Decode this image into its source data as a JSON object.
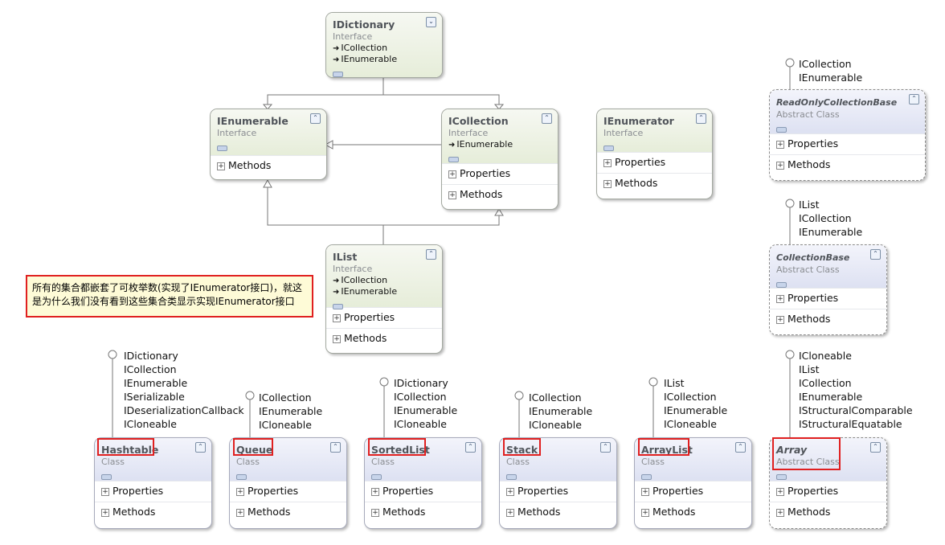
{
  "note": {
    "line1": "所有的集合都嵌套了可枚举数(实现了IEnumerator接口)，就这",
    "line2": "是为什么我们没有看到这些集合类显示实现IEnumerator接口"
  },
  "section_labels": {
    "properties": "Properties",
    "methods": "Methods"
  },
  "toggles": {
    "collapse": "⌃",
    "expand": "⌄"
  },
  "interfaces": {
    "idictionary": {
      "name": "IDictionary",
      "kind": "Interface",
      "implements": [
        "ICollection",
        "IEnumerable"
      ],
      "toggle_state": "expand"
    },
    "ienumerable": {
      "name": "IEnumerable",
      "kind": "Interface",
      "sections": [
        "Methods"
      ]
    },
    "icollection": {
      "name": "ICollection",
      "kind": "Interface",
      "implements": [
        "IEnumerable"
      ],
      "sections": [
        "Properties",
        "Methods"
      ]
    },
    "ienumerator": {
      "name": "IEnumerator",
      "kind": "Interface",
      "sections": [
        "Properties",
        "Methods"
      ]
    },
    "ilist": {
      "name": "IList",
      "kind": "Interface",
      "implements": [
        "ICollection",
        "IEnumerable"
      ],
      "sections": [
        "Properties",
        "Methods"
      ]
    }
  },
  "abstract_classes": {
    "readonlycollectionbase": {
      "name": "ReadOnlyCollectionBase",
      "kind": "Abstract Class",
      "lollipop": [
        "ICollection",
        "IEnumerable"
      ]
    },
    "collectionbase": {
      "name": "CollectionBase",
      "kind": "Abstract Class",
      "lollipop": [
        "IList",
        "ICollection",
        "IEnumerable"
      ]
    },
    "array": {
      "name": "Array",
      "kind": "Abstract Class",
      "lollipop": [
        "ICloneable",
        "IList",
        "ICollection",
        "IEnumerable",
        "IStructuralComparable",
        "IStructuralEquatable"
      ]
    }
  },
  "classes": {
    "hashtable": {
      "name": "Hashtable",
      "kind": "Class",
      "lollipop": [
        "IDictionary",
        "ICollection",
        "IEnumerable",
        "ISerializable",
        "IDeserializationCallback",
        "ICloneable"
      ]
    },
    "queue": {
      "name": "Queue",
      "kind": "Class",
      "lollipop": [
        "ICollection",
        "IEnumerable",
        "ICloneable"
      ]
    },
    "sortedlist": {
      "name": "SortedList",
      "kind": "Class",
      "lollipop": [
        "IDictionary",
        "ICollection",
        "IEnumerable",
        "ICloneable"
      ]
    },
    "stack": {
      "name": "Stack",
      "kind": "Class",
      "lollipop": [
        "ICollection",
        "IEnumerable",
        "ICloneable"
      ]
    },
    "arraylist": {
      "name": "ArrayList",
      "kind": "Class",
      "lollipop": [
        "IList",
        "ICollection",
        "IEnumerable",
        "ICloneable"
      ]
    }
  },
  "colors": {
    "highlight": "#e02020",
    "note_bg": "#fefbd7",
    "interface_header": "#e6edd9",
    "class_header": "#dde1f2"
  }
}
